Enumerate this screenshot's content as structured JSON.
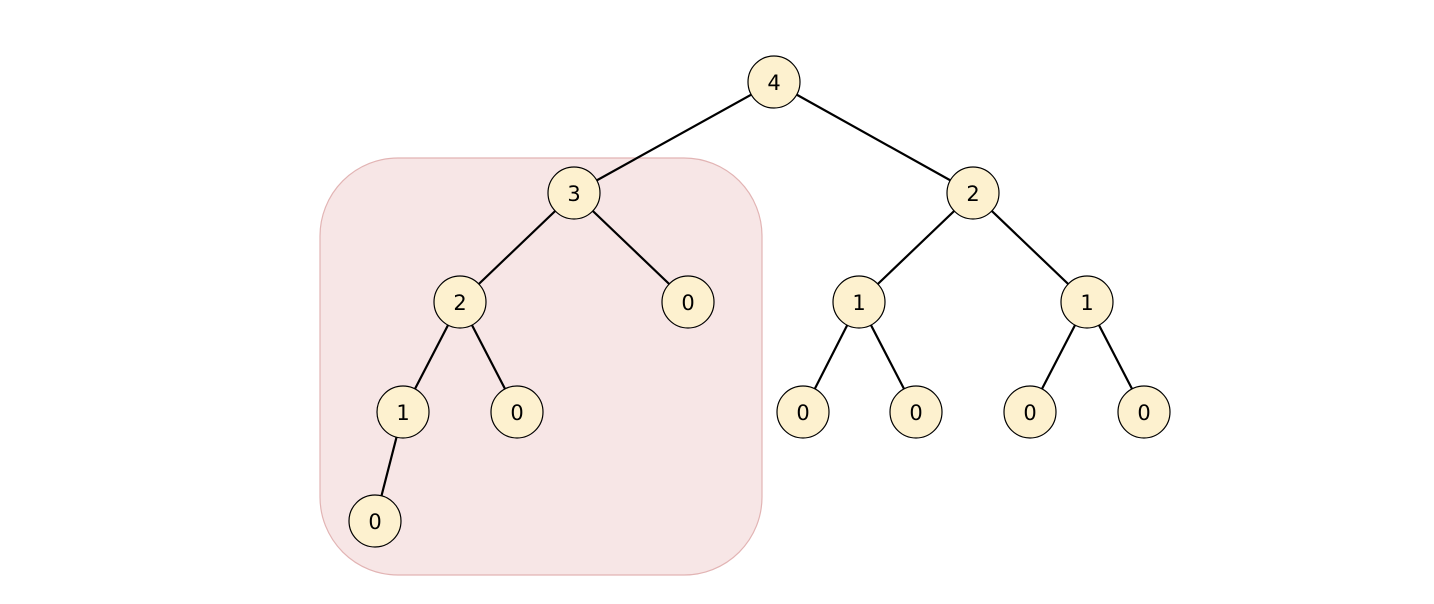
{
  "colors": {
    "node_fill": "#fdf1cf",
    "node_stroke": "#000000",
    "edge": "#000000",
    "highlight_fill": "#f7e6e6",
    "highlight_stroke": "#e2b4b4"
  },
  "tree": {
    "root": {
      "label": "4",
      "children": [
        {
          "label": "3",
          "highlighted": true,
          "children": [
            {
              "label": "2",
              "children": [
                {
                  "label": "1",
                  "children": [
                    {
                      "label": "0"
                    }
                  ]
                },
                {
                  "label": "0"
                }
              ]
            },
            {
              "label": "0"
            }
          ]
        },
        {
          "label": "2",
          "children": [
            {
              "label": "1",
              "children": [
                {
                  "label": "0"
                },
                {
                  "label": "0"
                }
              ]
            },
            {
              "label": "1",
              "children": [
                {
                  "label": "0"
                },
                {
                  "label": "0"
                }
              ]
            }
          ]
        }
      ]
    }
  }
}
